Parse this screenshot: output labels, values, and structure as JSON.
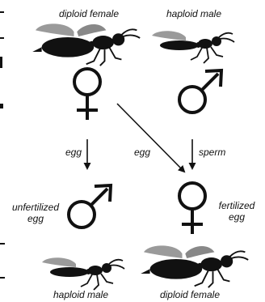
{
  "top_left_label": "diploid female",
  "top_right_label": "haploid male",
  "edge_labels": {
    "egg_left": "egg",
    "egg_middle": "egg",
    "sperm": "sperm"
  },
  "left_egg_label_line1": "unfertilized",
  "left_egg_label_line2": "egg",
  "right_egg_label_line1": "fertilized",
  "right_egg_label_line2": "egg",
  "bottom_left_label": "haploid male",
  "bottom_right_label": "diploid female",
  "colors": {
    "ink": "#111111",
    "wing": "#9a9a9a",
    "background": "#ffffff"
  },
  "icons": [
    "female-wasp-icon",
    "male-wasp-icon",
    "female-symbol-icon",
    "male-symbol-icon"
  ]
}
